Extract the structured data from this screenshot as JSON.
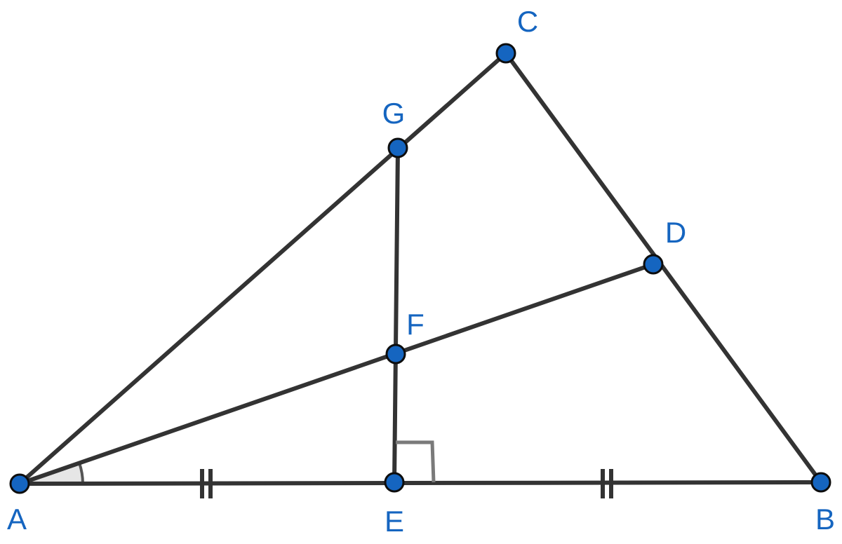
{
  "colors": {
    "segment": "#333333",
    "point_fill": "#1565C0",
    "point_stroke": "#0d0d0d",
    "label": "#1565C0",
    "right_angle_marker": "#7a7a7a",
    "angle_fill": "#e6e6e6",
    "angle_stroke": "#555555"
  },
  "points": [
    {
      "name": "A",
      "label": "A"
    },
    {
      "name": "B",
      "label": "B"
    },
    {
      "name": "C",
      "label": "C"
    },
    {
      "name": "D",
      "label": "D"
    },
    {
      "name": "E",
      "label": "E"
    },
    {
      "name": "F",
      "label": "F"
    },
    {
      "name": "G",
      "label": "G"
    }
  ],
  "segments": [
    {
      "from": "A",
      "to": "B"
    },
    {
      "from": "A",
      "to": "C"
    },
    {
      "from": "C",
      "to": "B"
    },
    {
      "from": "A",
      "to": "D"
    },
    {
      "from": "G",
      "to": "E"
    }
  ],
  "equal_marks": [
    {
      "segment": "A-E",
      "ticks": 2
    },
    {
      "segment": "E-B",
      "ticks": 2
    }
  ],
  "right_angle_at": "E",
  "angle_marker_at": "A"
}
